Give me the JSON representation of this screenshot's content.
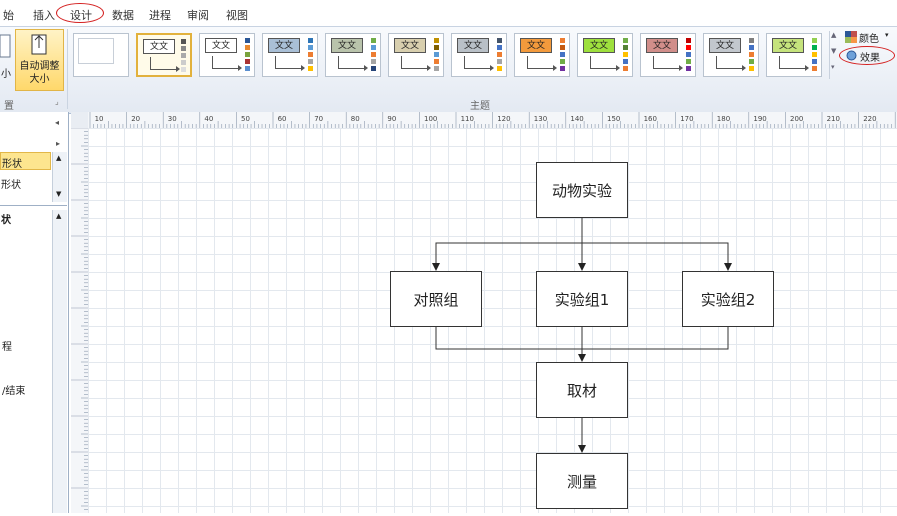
{
  "menu": {
    "items": [
      "始",
      "插入",
      "设计",
      "数据",
      "进程",
      "审阅",
      "视图"
    ]
  },
  "ribbon": {
    "left_label": "小",
    "autosize_label": "自动调整\n大小",
    "group_left": "置",
    "group_themes": "主题",
    "theme_text": "文文",
    "colors_label": "颜色",
    "effects_label": "效果",
    "theme_colors": [
      {
        "fill": "#ffffff",
        "strip": [
          "#555",
          "#888",
          "#aaa",
          "#ccc",
          "#ddd"
        ]
      },
      {
        "fill": "#ffffff",
        "strip": [
          "#2b5797",
          "#e88830",
          "#7aa33d",
          "#aa3333",
          "#5b8fcf"
        ]
      },
      {
        "fill": "#a9bfd6",
        "strip": [
          "#2e75b6",
          "#5b9bd5",
          "#ed7d31",
          "#a5a5a5",
          "#ffc000"
        ]
      },
      {
        "fill": "#b9c3ab",
        "strip": [
          "#70ad47",
          "#5b9bd5",
          "#ed7d31",
          "#a5a5a5",
          "#264478"
        ]
      },
      {
        "fill": "#d8cfae",
        "strip": [
          "#bf9000",
          "#7f6000",
          "#5b9bd5",
          "#ed7d31",
          "#a5a5a5"
        ]
      },
      {
        "fill": "#b9c0c7",
        "strip": [
          "#44546a",
          "#4472c4",
          "#ed7d31",
          "#a5a5a5",
          "#ffc000"
        ]
      },
      {
        "fill": "#f39a3c",
        "strip": [
          "#ed7d31",
          "#c55a11",
          "#4472c4",
          "#70ad47",
          "#7030a0"
        ]
      },
      {
        "fill": "#9ee03d",
        "strip": [
          "#70ad47",
          "#548235",
          "#ffc000",
          "#4472c4",
          "#ed7d31"
        ]
      },
      {
        "fill": "#d18e8a",
        "strip": [
          "#c00000",
          "#ff0000",
          "#4472c4",
          "#70ad47",
          "#7030a0"
        ]
      },
      {
        "fill": "#c2c7cd",
        "strip": [
          "#7f7f7f",
          "#4472c4",
          "#ed7d31",
          "#70ad47",
          "#ffc000"
        ]
      },
      {
        "fill": "#c5e37c",
        "strip": [
          "#92d050",
          "#00b050",
          "#ffc000",
          "#4472c4",
          "#ed7d31"
        ]
      }
    ]
  },
  "left_panel": {
    "items": [
      "形状",
      "形状",
      "状",
      "程",
      "/结束"
    ]
  },
  "ruler": {
    "labels": [
      "10",
      "20",
      "30",
      "40",
      "50",
      "60",
      "70",
      "80",
      "90",
      "100",
      "110",
      "120",
      "130",
      "140",
      "150",
      "160",
      "170",
      "180",
      "190",
      "200",
      "210",
      "220"
    ]
  },
  "flowchart": {
    "animal": "动物实验",
    "control": "对照组",
    "exp1": "实验组1",
    "exp2": "实验组2",
    "sample": "取材",
    "measure": "测量"
  }
}
